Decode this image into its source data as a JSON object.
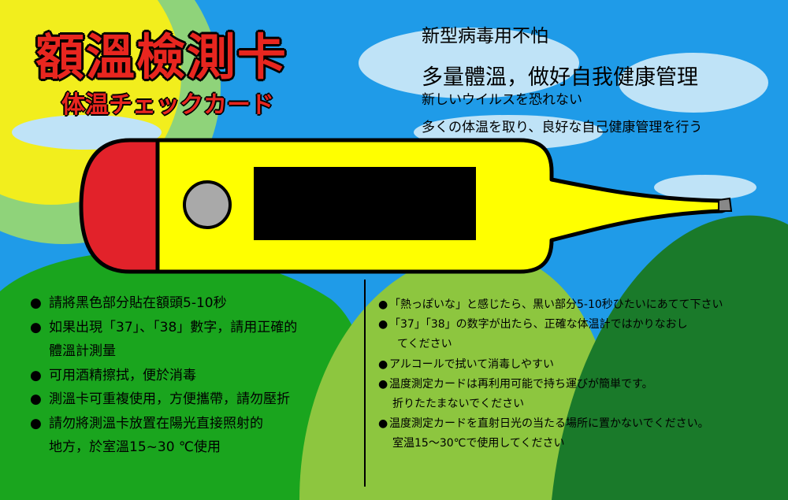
{
  "title": {
    "zh": "額溫檢測卡",
    "ja": "体温チェックカード"
  },
  "taglines": {
    "zh_line1": "新型病毒用不怕",
    "zh_line2": "多量體溫，做好自我健康管理",
    "ja_line1": "新しいウイルスを恐れない",
    "ja_line2": "多くの体温を取り、良好な自己健康管理を行う"
  },
  "bullet_symbol": "●",
  "instructions_zh": [
    {
      "line1": "請將黑色部分貼在額頭5-10秒",
      "line2": ""
    },
    {
      "line1": "如果出現「37」、「38」數字，請用正確的",
      "line2": "體溫計測量"
    },
    {
      "line1": "可用酒精擦拭，便於消毒",
      "line2": ""
    },
    {
      "line1": "測溫卡可重複使用，方便攜帶，請勿壓折",
      "line2": ""
    },
    {
      "line1": "請勿將測溫卡放置在陽光直接照射的",
      "line2": "地方，於室溫15~30 ℃使用"
    }
  ],
  "instructions_ja": [
    {
      "line1": "「熱っぽいな」と感じたら、黒い部分5-10秒ひたいにあてて下さい",
      "line2": ""
    },
    {
      "line1": "「37」「38」の数字が出たら、正確な体温計ではかりなおし",
      "line2": "てください"
    },
    {
      "line1": "アルコールで拭いて消毒しやすい",
      "line2": ""
    },
    {
      "line1": "温度測定カードは再利用可能で持ち運びが簡単です。",
      "line2": "折りたたまないでください"
    },
    {
      "line1": "温度測定カードを直射日光の当たる場所に置かないでください。",
      "line2": "室温15～30℃で使用してください"
    }
  ],
  "colors": {
    "sky": "#1f9be8",
    "sun": "#f2ee1d",
    "sun_halo": "#8fd37a",
    "thermometer_body": "#ffff00",
    "thermometer_tip": "#e2222a",
    "sensor": "#000000",
    "hill_left": "#1aa51e",
    "hill_mid": "#8dc63f",
    "hill_right": "#1a7a2a",
    "title": "#e8261f"
  }
}
